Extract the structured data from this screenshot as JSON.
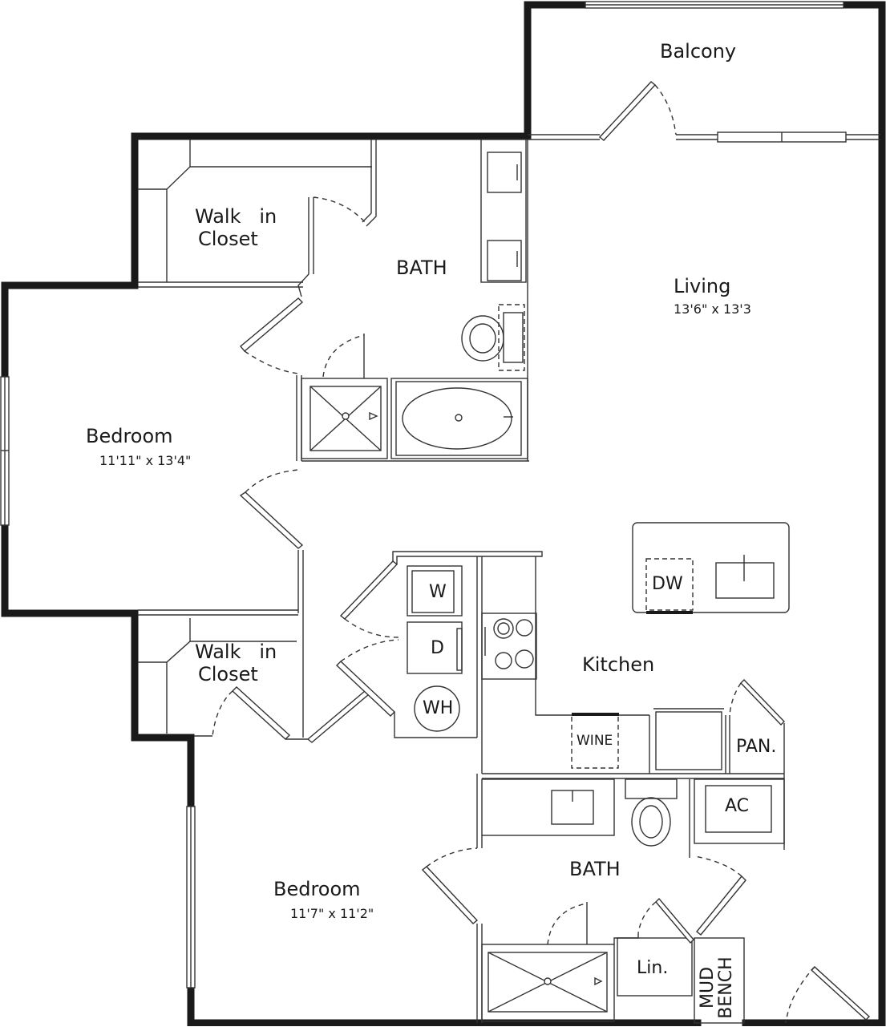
{
  "plan": {
    "type": "apartment floor plan",
    "wall_color": "#1a1a1a",
    "line_color": "#333333",
    "background": "#ffffff"
  },
  "rooms": {
    "balcony": {
      "name": "Balcony"
    },
    "living": {
      "name": "Living",
      "dimensions": "13'6\" x 13'3"
    },
    "bedroom_1": {
      "name": "Bedroom",
      "dimensions": "11'11\" x 13'4\""
    },
    "bedroom_2": {
      "name": "Bedroom",
      "dimensions": "11'7\" x 11'2\""
    },
    "closet_1": {
      "line1": "Walk   in",
      "line2": "Closet"
    },
    "closet_2": {
      "line1": "Walk   in",
      "line2": "Closet"
    },
    "bath_1": {
      "name": "BATH"
    },
    "bath_2": {
      "name": "BATH"
    },
    "kitchen": {
      "name": "Kitchen"
    }
  },
  "fixtures": {
    "washer": "W",
    "dryer": "D",
    "water_heater": "WH",
    "dishwasher": "DW",
    "wine": "WINE",
    "pantry": "PAN.",
    "ac": "AC",
    "linen": "Lin.",
    "mud_bench_line1": "MUD",
    "mud_bench_line2": "BENCH"
  }
}
